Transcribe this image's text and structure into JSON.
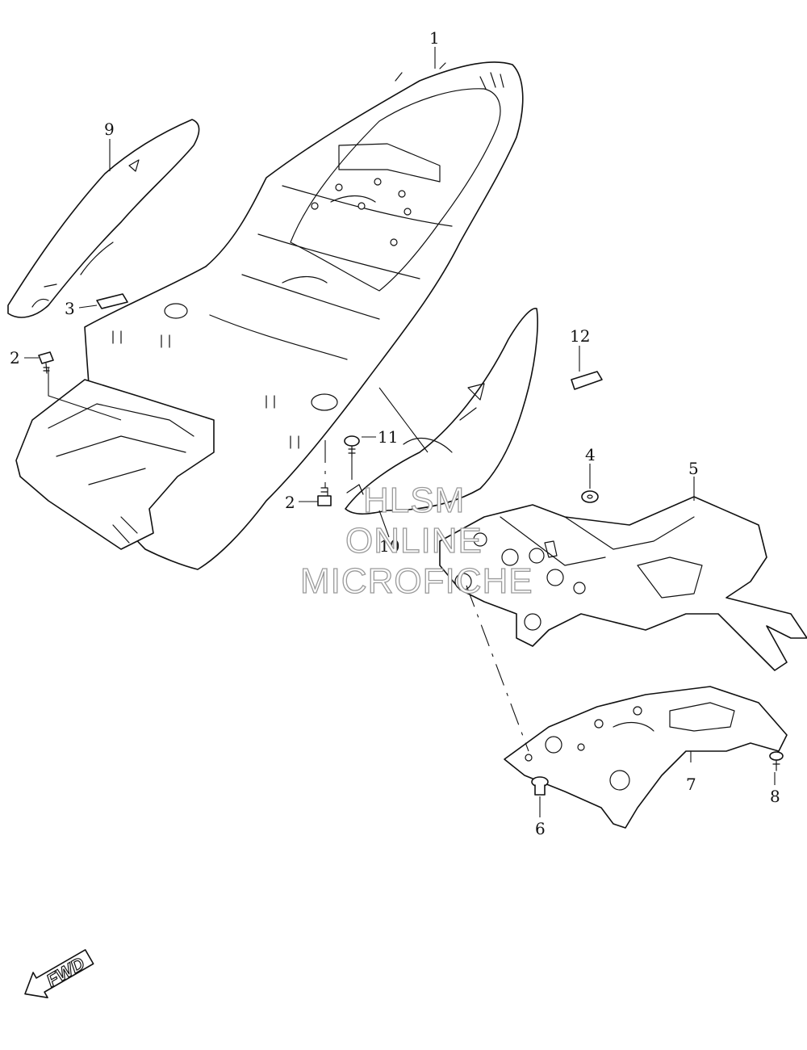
{
  "callouts": [
    {
      "id": "1",
      "label": "1"
    },
    {
      "id": "2a",
      "label": "2"
    },
    {
      "id": "2b",
      "label": "2"
    },
    {
      "id": "3",
      "label": "3"
    },
    {
      "id": "4",
      "label": "4"
    },
    {
      "id": "5",
      "label": "5"
    },
    {
      "id": "6",
      "label": "6"
    },
    {
      "id": "7",
      "label": "7"
    },
    {
      "id": "8",
      "label": "8"
    },
    {
      "id": "9",
      "label": "9"
    },
    {
      "id": "10",
      "label": "10"
    },
    {
      "id": "11",
      "label": "11"
    },
    {
      "id": "12",
      "label": "12"
    }
  ],
  "watermark": {
    "line1": "HLSM",
    "line2": "ONLINE",
    "line3": "MICROFICHE"
  },
  "direction_badge": {
    "label": "FWD"
  },
  "colors": {
    "line": "#111111",
    "background": "#ffffff",
    "watermark": "#9a9a9a"
  }
}
